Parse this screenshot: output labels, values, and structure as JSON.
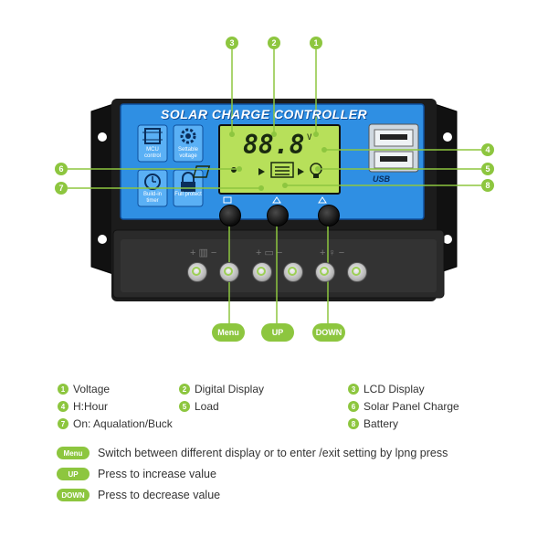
{
  "device": {
    "title": "SOLAR CHARGE CONTROLLER",
    "lcd_digits": "88.8",
    "lcd_unit": "V",
    "left_icons": [
      {
        "label": "MCU control",
        "icon": "chip-icon"
      },
      {
        "label": "Settable voltage",
        "icon": "gear-icon"
      },
      {
        "label": "Build-in timer",
        "icon": "clock-icon"
      },
      {
        "label": "Full protect",
        "icon": "lock-icon"
      }
    ],
    "usb_label": "USB"
  },
  "callouts": [
    "1",
    "2",
    "3",
    "4",
    "5",
    "6",
    "7",
    "8"
  ],
  "button_labels": {
    "menu": "Menu",
    "up": "UP",
    "down": "DOWN"
  },
  "legend": [
    {
      "num": "1",
      "text": "Voltage"
    },
    {
      "num": "2",
      "text": "Digital Display"
    },
    {
      "num": "3",
      "text": "LCD Display"
    },
    {
      "num": "4",
      "text": "H:Hour"
    },
    {
      "num": "5",
      "text": "Load"
    },
    {
      "num": "6",
      "text": "Solar Panel Charge"
    },
    {
      "num": "7",
      "text": "On: Aqualation/Buck"
    },
    {
      "num": "8",
      "text": "Battery"
    }
  ],
  "descriptions": [
    {
      "label": "Menu",
      "text": "Switch between different display or to enter /exit setting by lpng press"
    },
    {
      "label": "UP",
      "text": "Press to increase value"
    },
    {
      "label": "DOWN",
      "text": "Press to decrease value"
    }
  ],
  "colors": {
    "accent": "#8dc63f",
    "panel_blue": "#2f8fe3",
    "lcd": "#b7e05a",
    "body": "#1c1c1c"
  }
}
